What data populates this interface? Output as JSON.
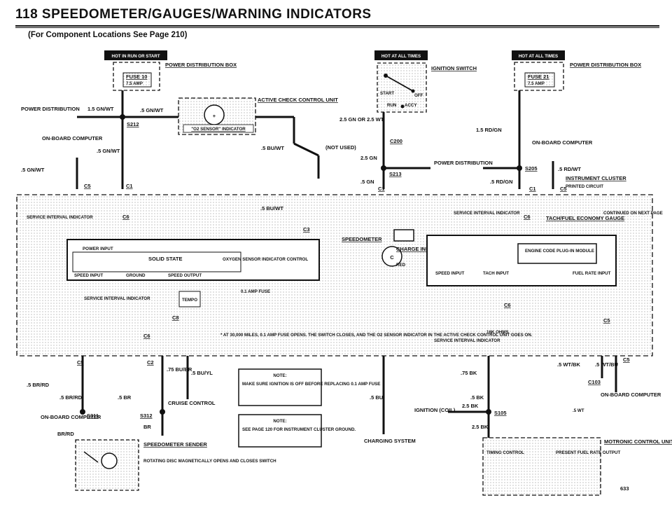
{
  "page": {
    "title": "118 SPEEDOMETER/GAUGES/WARNING INDICATORS",
    "subtitle": "(For Component Locations See Page 210)",
    "page_number": "633"
  },
  "badges": {
    "hot_run_start": "HOT IN RUN OR START",
    "hot_all_times_1": "HOT AT ALL TIMES",
    "hot_all_times_2": "HOT AT ALL TIMES"
  },
  "components": {
    "power_dist_box": "POWER DISTRIBUTION BOX",
    "fuse10": "FUSE 10",
    "fuse10_rating": "7.5 AMP",
    "fuse21": "FUSE 21",
    "fuse21_rating": "7.5 AMP",
    "ignition_switch": "IGNITION SWITCH",
    "ign_start": "START",
    "ign_off": "OFF",
    "ign_run": "RUN",
    "ign_accy": "ACCY",
    "active_check": "ACTIVE CHECK CONTROL UNIT",
    "o2_sensor": "\"O2 SENSOR\" INDICATOR",
    "power_distribution_left": "POWER DISTRIBUTION",
    "power_distribution_mid": "POWER DISTRIBUTION",
    "onboard_computer": "ON-BOARD COMPUTER",
    "not_used": "(NOT USED)",
    "instrument_cluster": "INSTRUMENT CLUSTER",
    "printed_circuit": "PRINTED CIRCUIT",
    "service_interval": "SERVICE INTERVAL INDICATOR",
    "speedometer": "SPEEDOMETER",
    "charge_indicator": "CHARGE INDICATOR",
    "red": "RED",
    "power_input": "POWER INPUT",
    "solid_state": "SOLID STATE",
    "oxygen_sensor": "OXYGEN SENSOR INDICATOR CONTROL",
    "speed_input": "SPEED INPUT",
    "ground": "GROUND",
    "speed_output": "SPEED OUTPUT",
    "fuse_01": "0.1 AMP FUSE",
    "tempo": "TEMPO",
    "tach_fuel": "TACH/FUEL ECONOMY GAUGE",
    "continued": "CONTINUED ON NEXT PAGE",
    "engine_code": "ENGINE CODE PLUG-IN MODULE",
    "tach_input": "TACH INPUT",
    "fuel_rate": "FUEL RATE INPUT",
    "ohms": "16K OHMS",
    "note_30k": "* AT 30,000 MILES, 0.1 AMP FUSE OPENS. THE SWITCH CLOSES, AND THE O2 SENSOR INDICATOR IN THE ACTIVE CHECK CONTROL UNIT GOES ON.",
    "cruise_control": "CRUISE CONTROL",
    "speedometer_sender": "SPEEDOMETER SENDER",
    "sender_desc": "ROTATING DISC MAGNETICALLY OPENS AND CLOSES SWITCH",
    "charging_system": "CHARGING SYSTEM",
    "ignition_coil": "IGNITION (COIL)",
    "motronic": "MOTRONIC CONTROL UNIT",
    "timing_control": "TIMING CONTROL",
    "present_fuel_rate": "PRESENT FUEL RATE OUTPUT",
    "note1_title": "NOTE:",
    "note1_body": "MAKE SURE IGNITION IS OFF BEFORE REPLACING 0.1 AMP FUSE",
    "note2_title": "NOTE:",
    "note2_body": "SEE PAGE 120 FOR INSTRUMENT CLUSTER GROUND."
  },
  "wires": {
    "w1": "1.5 GN/WT",
    "w2": ".5 GN/WT",
    "w3": ".5 GN/WT",
    "w4": ".5 GN/WT",
    "w5": ".5 BU/WT",
    "w6": ".5 BU/WT",
    "w7": "2.5 GN OR 2.5 WT",
    "w8": "2.5 GN",
    "w9": ".5 GN",
    "w10": "1.5 RD/GN",
    "w11": ".5 RD/GN",
    "w12": ".5 RD/WT",
    "w13": ".5 BR/RD",
    "w14": ".5 BR/RD",
    "w15": ".5 BR",
    "w16": ".75 BU/BR",
    "w17": ".5 BU/YL",
    "w18": ".5 BU",
    "w19": ".75 BK",
    "w20": ".5 BK",
    "w21": "2.5 BK",
    "w22": "2.5 BK",
    "w23": ".5 WT/BK",
    "w24": ".5 WT/BU",
    "w25": ".5 WT",
    "br": "BR",
    "br_rd": "BR/RD"
  },
  "connectors": {
    "s212": "S212",
    "s213": "S213",
    "s205": "S205",
    "s311": "S311",
    "s312": "S312",
    "s105": "S105",
    "c200": "C200",
    "c5a": "C5",
    "c1a": "C1",
    "c1b": "C1",
    "c5b": "C5",
    "c6a": "C6",
    "c6b": "C6",
    "c6c": "C6",
    "c6d": "C6",
    "c3": "C3",
    "c8": "C8",
    "c2": "C2",
    "c5c": "C5",
    "c1c": "C1",
    "c5d": "C5",
    "c103": "C103",
    "c5e": "C5"
  }
}
